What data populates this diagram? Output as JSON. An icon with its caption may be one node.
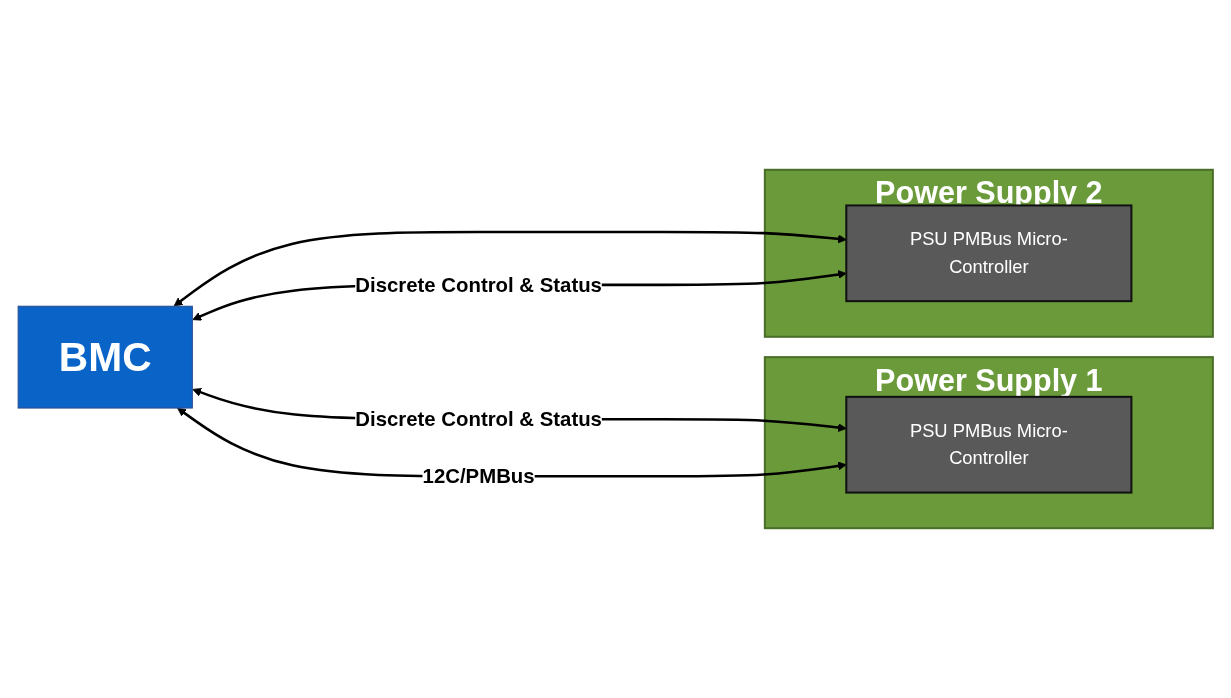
{
  "diagram": {
    "nodes": [
      {
        "text": [
          "BMC"
        ]
      },
      {
        "text": [
          "Power Supply 1"
        ]
      },
      {
        "text": [
          "PSU PMBus Micro-Controller"
        ],
        "in": 1
      },
      {
        "text": [
          "Power Supply 2"
        ]
      },
      {
        "text": [
          "PSU PMBus Micro-Controller"
        ],
        "in": 3
      }
    ],
    "edges": [
      {
        "from": 0,
        "to": 2,
        "arrow": "both",
        "label": "Discrete Control & Status"
      },
      {
        "from": 0,
        "to": 2,
        "arrow": "both",
        "label": "12C/PMBus"
      },
      {
        "from": 0,
        "to": 4,
        "arrow": "both"
      },
      {
        "from": 0,
        "to": 4,
        "arrow": "both",
        "label": "Discrete Control & Status"
      }
    ]
  }
}
